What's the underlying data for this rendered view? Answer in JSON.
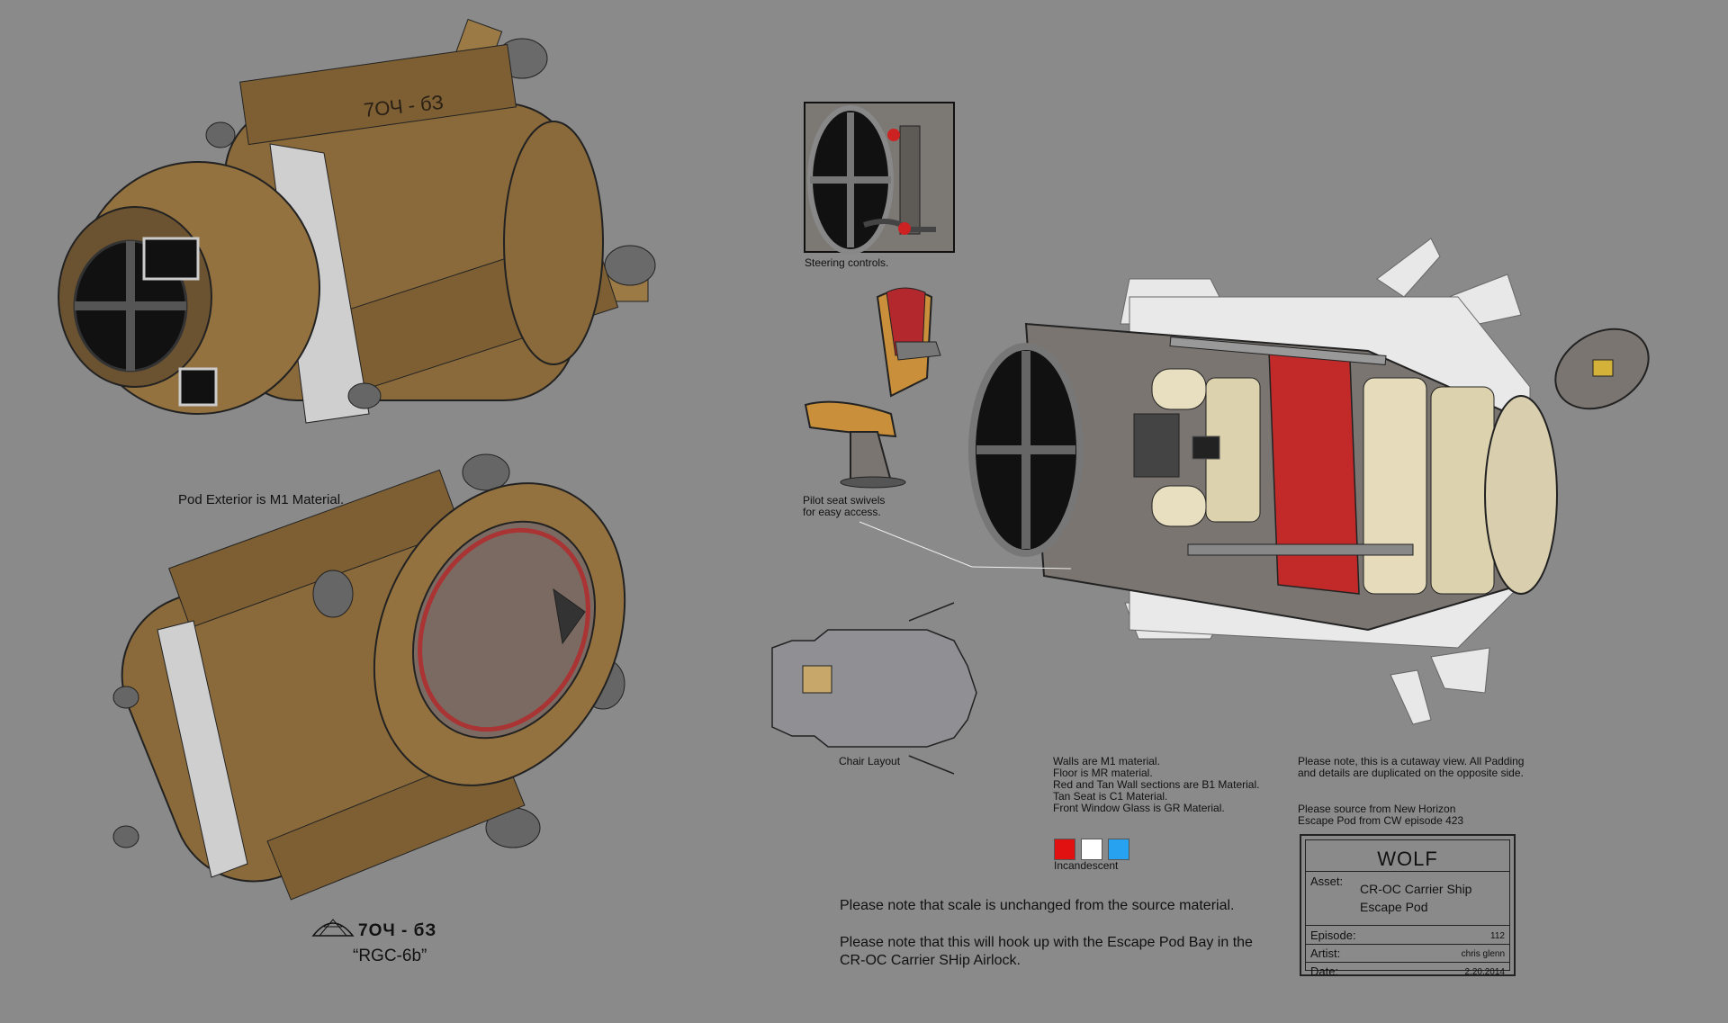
{
  "captions": {
    "pod_exterior": "Pod Exterior is M1 Material.",
    "steering": "Steering controls.",
    "pilot_seat_line1": "Pilot seat swivels",
    "pilot_seat_line2": "for easy access.",
    "chair_layout": "Chair Layout",
    "pod_glyph": "7ОЧ - бЗ",
    "pod_designation": "“RGC-6b”"
  },
  "materials": {
    "lines": [
      "Walls are M1 material.",
      "Floor is MR material.",
      "Red and Tan Wall sections are B1 Material.",
      "Tan Seat is C1 Material.",
      "Front Window Glass is GR Material."
    ],
    "swatches": [
      "#e11111",
      "#ffffff",
      "#27a2f1"
    ],
    "swatch_label": "Incandescent"
  },
  "cutaway_note": {
    "line1": "Please note, this is a cutaway view. All Padding",
    "line2": "and details are duplicated on the opposite side."
  },
  "source_note": {
    "line1": "Please source from New Horizon",
    "line2": "Escape Pod from CW episode 423"
  },
  "notes": {
    "scale": "Please note that scale is unchanged from the source material.",
    "hookup_line1": "Please note that this will hook up with the Escape Pod Bay in the",
    "hookup_line2": "CR-OC Carrier SHip Airlock."
  },
  "title_block": {
    "title": "WOLF",
    "asset_label": "Asset:",
    "asset_line1": "CR-OC Carrier Ship",
    "asset_line2": "Escape Pod",
    "episode_label": "Episode:",
    "episode": "112",
    "artist_label": "Artist:",
    "artist": "chris glenn",
    "date_label": "Date:",
    "date": "2.20.2014"
  }
}
